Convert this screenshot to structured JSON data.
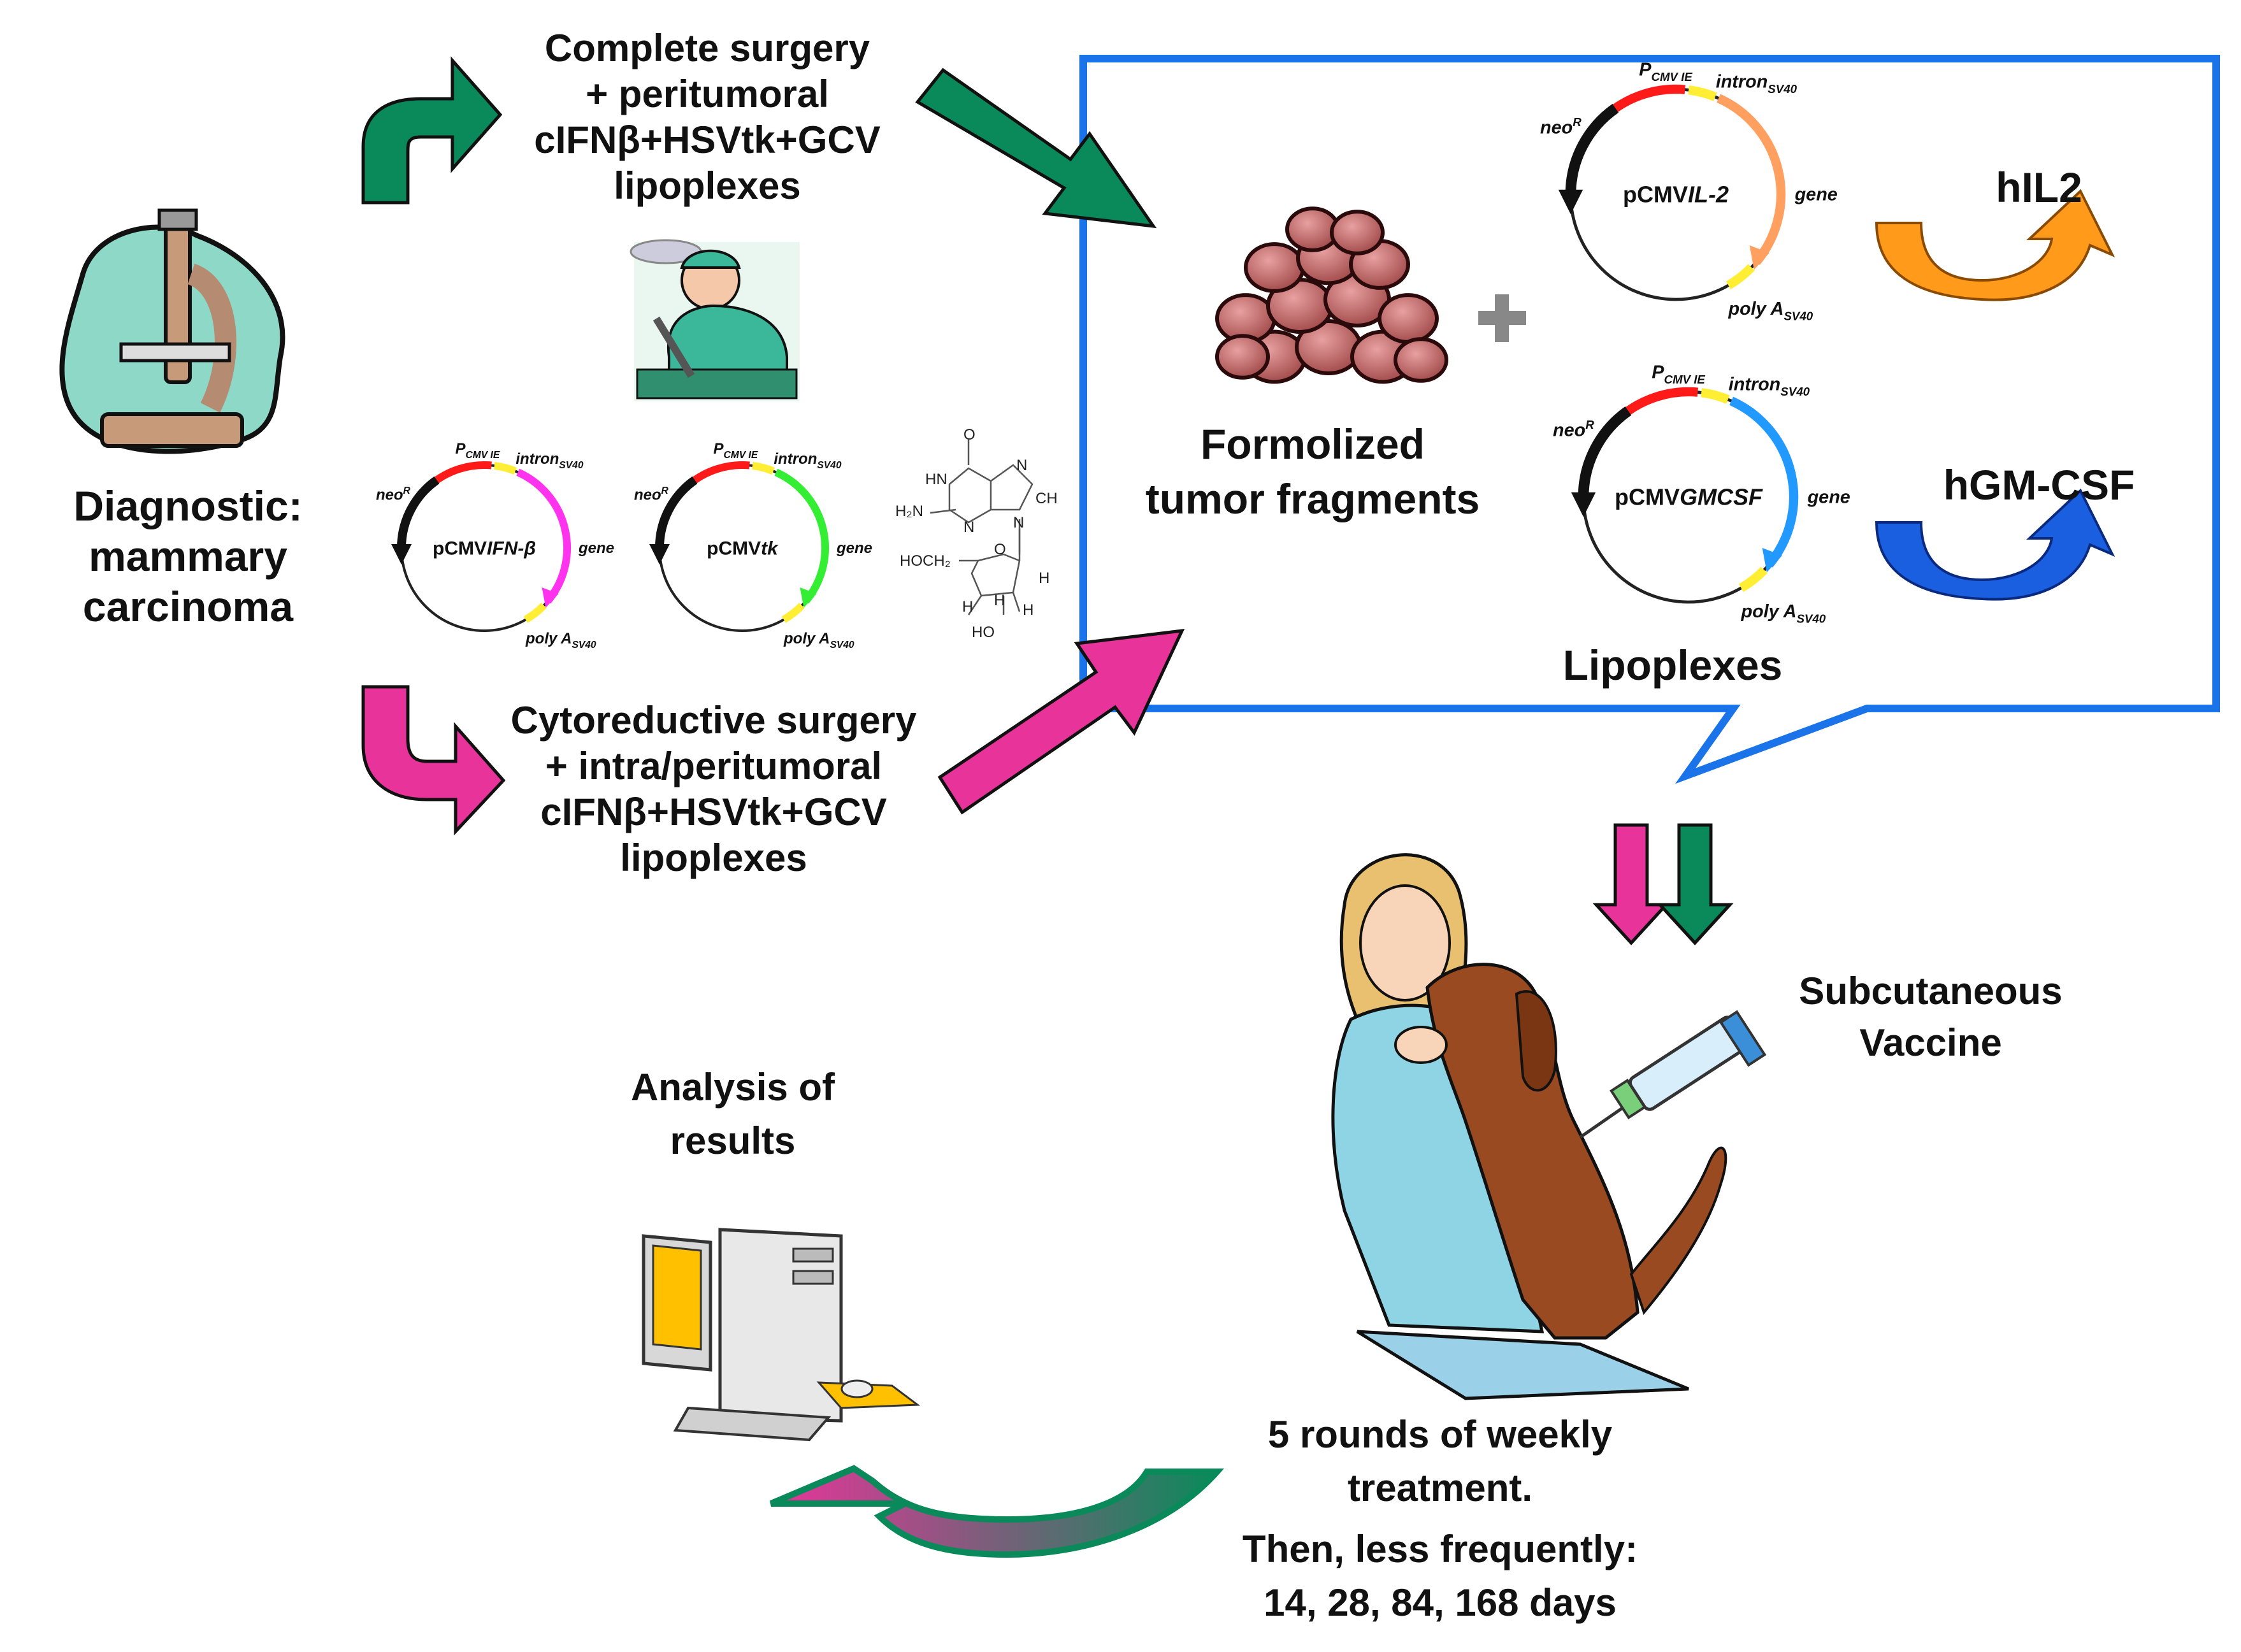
{
  "diagnostic": [
    "Diagnostic:",
    "mammary",
    "carcinoma"
  ],
  "complete_surgery": [
    "Complete  surgery",
    "+ peritumoral",
    "cIFNβ+HSVtk+GCV",
    "lipoplexes"
  ],
  "cytoreductive_surgery": [
    "Cytoreductive  surgery",
    "+ intra/peritumoral",
    "cIFNβ+HSVtk+GCV",
    "lipoplexes"
  ],
  "formolized": [
    "Formolized",
    "tumor fragments"
  ],
  "lipoplexes_label": "Lipoplexes",
  "plasmids": {
    "ifn": {
      "name_prefix": "pCMV",
      "name_italic": "IFN-β",
      "promoter": "P",
      "promoter_sub": "CMV IE",
      "intron": "intron",
      "intron_sub": "SV40",
      "gene": "gene",
      "polya": "poly A",
      "polya_sub": "SV40",
      "neo": "neo",
      "neo_sup": "R",
      "insert_color": "#ff33ee"
    },
    "tk": {
      "name_prefix": "pCMV",
      "name_italic": "tk",
      "promoter": "P",
      "promoter_sub": "CMV IE",
      "intron": "intron",
      "intron_sub": "SV40",
      "gene": "gene",
      "polya": "poly A",
      "polya_sub": "SV40",
      "neo": "neo",
      "neo_sup": "R",
      "insert_color": "#33ee33"
    },
    "il2": {
      "name_prefix": "pCMV",
      "name_italic": "IL-2",
      "promoter": "P",
      "promoter_sub": "CMV IE",
      "intron": "intron",
      "intron_sub": "SV40",
      "gene": "gene",
      "polya": "poly A",
      "polya_sub": "SV40",
      "neo": "neo",
      "neo_sup": "R",
      "insert_color": "#ffa060"
    },
    "gmcsf": {
      "name_prefix": "pCMV",
      "name_italic": "GMCSF",
      "promoter": "P",
      "promoter_sub": "CMV IE",
      "intron": "intron",
      "intron_sub": "SV40",
      "gene": "gene",
      "polya": "poly A",
      "polya_sub": "SV40",
      "neo": "neo",
      "neo_sup": "R",
      "insert_color": "#2299ff"
    }
  },
  "hil2": "hIL2",
  "hgmcsf": "hGM-CSF",
  "subcutaneous": [
    "Subcutaneous",
    "Vaccine"
  ],
  "analysis": [
    "Analysis of",
    "results"
  ],
  "rounds": [
    "5 rounds of weekly",
    "treatment.",
    "Then, less frequently:",
    "14, 28, 84, 168 days"
  ],
  "molecule": {
    "o": "O",
    "hn": "HN",
    "n1": "N",
    "n2": "N",
    "n3": "N",
    "ch": "CH",
    "h2n": "H₂N",
    "hoch2": "HOCH₂",
    "o2": "O",
    "h1": "H",
    "h2": "H",
    "h3": "H",
    "h4": "H",
    "ho": "HO"
  },
  "colors": {
    "green": "#0a8a5a",
    "magenta": "#e8349a",
    "blue_frame": "#1a73e8",
    "orange": "#ff9a1a",
    "blue_arrow": "#1a5fe0",
    "red": "#ff1a1a",
    "yellow": "#ffee33"
  }
}
